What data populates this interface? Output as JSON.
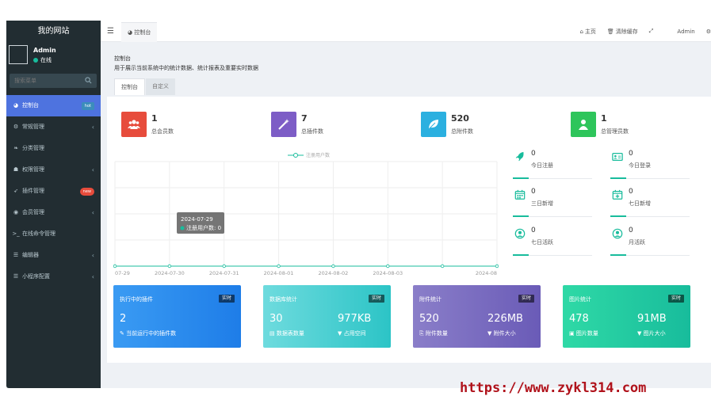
{
  "colors": {
    "sidebar_bg": "#222d32",
    "active_menu": "#4e73df",
    "accent_green": "#18bc9c",
    "stat_red": "#e74c3c",
    "stat_purple": "#7d5dc6",
    "stat_blue": "#2bb0e0",
    "stat_green": "#2ec55b",
    "watermark": "#b0121b"
  },
  "sidebar": {
    "logo": "我的网站",
    "user_name": "Admin",
    "user_status": "在线",
    "search_placeholder": "搜索菜单",
    "menu": [
      {
        "label": "控制台",
        "icon": "dashboard-icon",
        "badge": "hot",
        "active": true
      },
      {
        "label": "常规管理",
        "icon": "cogs-icon",
        "chevron": true
      },
      {
        "label": "分类管理",
        "icon": "leaf-icon"
      },
      {
        "label": "权限管理",
        "icon": "group-icon",
        "chevron": true
      },
      {
        "label": "插件管理",
        "icon": "rocket-icon",
        "badge": "new"
      },
      {
        "label": "会员管理",
        "icon": "user-circle-icon",
        "chevron": true
      },
      {
        "label": "在线命令管理",
        "icon": "terminal-icon"
      },
      {
        "label": "编辑器",
        "icon": "list-icon",
        "chevron": true
      },
      {
        "label": "小程序配置",
        "icon": "list-icon",
        "chevron": true
      }
    ]
  },
  "header": {
    "tab": "控制台",
    "links": [
      {
        "label": "主页",
        "icon": "home-icon"
      },
      {
        "label": "清除缓存",
        "icon": "trash-icon"
      }
    ],
    "user": "Admin"
  },
  "content": {
    "title": "控制台",
    "subtitle": "用于展示当前系统中的统计数据、统计报表及重要实时数据",
    "tabs": [
      "控制台",
      "自定义"
    ]
  },
  "stats": [
    {
      "value": "1",
      "label": "总会员数",
      "icon": "users-icon"
    },
    {
      "value": "7",
      "label": "总插件数",
      "icon": "magic-icon"
    },
    {
      "value": "520",
      "label": "总附件数",
      "icon": "leaf-icon"
    },
    {
      "value": "1",
      "label": "总管理员数",
      "icon": "user-icon"
    }
  ],
  "chart_data": {
    "type": "line",
    "series": [
      {
        "name": "注册用户数",
        "values": [
          0,
          0,
          0,
          0,
          0,
          0,
          0,
          0
        ]
      }
    ],
    "categories": [
      "07-29",
      "2024-07-30",
      "2024-07-31",
      "2024-08-01",
      "2024-08-02",
      "2024-08-03",
      "2024-08"
    ],
    "legend": "top-center",
    "tooltip": {
      "date": "2024-07-29",
      "label": "注册用户数: 0"
    }
  },
  "mini_stats": [
    {
      "value": "0",
      "label": "今日注册",
      "icon": "rocket-icon"
    },
    {
      "value": "0",
      "label": "今日登录",
      "icon": "vcard-icon"
    },
    {
      "value": "0",
      "label": "三日新增",
      "icon": "calendar-icon"
    },
    {
      "value": "0",
      "label": "七日新增",
      "icon": "calendar-plus-icon"
    },
    {
      "value": "0",
      "label": "七日活跃",
      "icon": "user-circle-icon"
    },
    {
      "value": "0",
      "label": "月活跃",
      "icon": "user-circle-icon"
    }
  ],
  "cards": [
    {
      "title": "执行中的插件",
      "tag": "实时",
      "items": [
        {
          "value": "2",
          "label": "当前运行中的插件数"
        }
      ]
    },
    {
      "title": "数据库统计",
      "tag": "实时",
      "items": [
        {
          "value": "30",
          "label": "数据表数量"
        },
        {
          "value": "977KB",
          "label": "占用空间"
        }
      ]
    },
    {
      "title": "附件统计",
      "tag": "实时",
      "items": [
        {
          "value": "520",
          "label": "附件数量"
        },
        {
          "value": "226MB",
          "label": "附件大小"
        }
      ]
    },
    {
      "title": "图片统计",
      "tag": "实时",
      "items": [
        {
          "value": "478",
          "label": "图片数量"
        },
        {
          "value": "91MB",
          "label": "图片大小"
        }
      ]
    }
  ],
  "watermark": "https://www.zykl314.com"
}
